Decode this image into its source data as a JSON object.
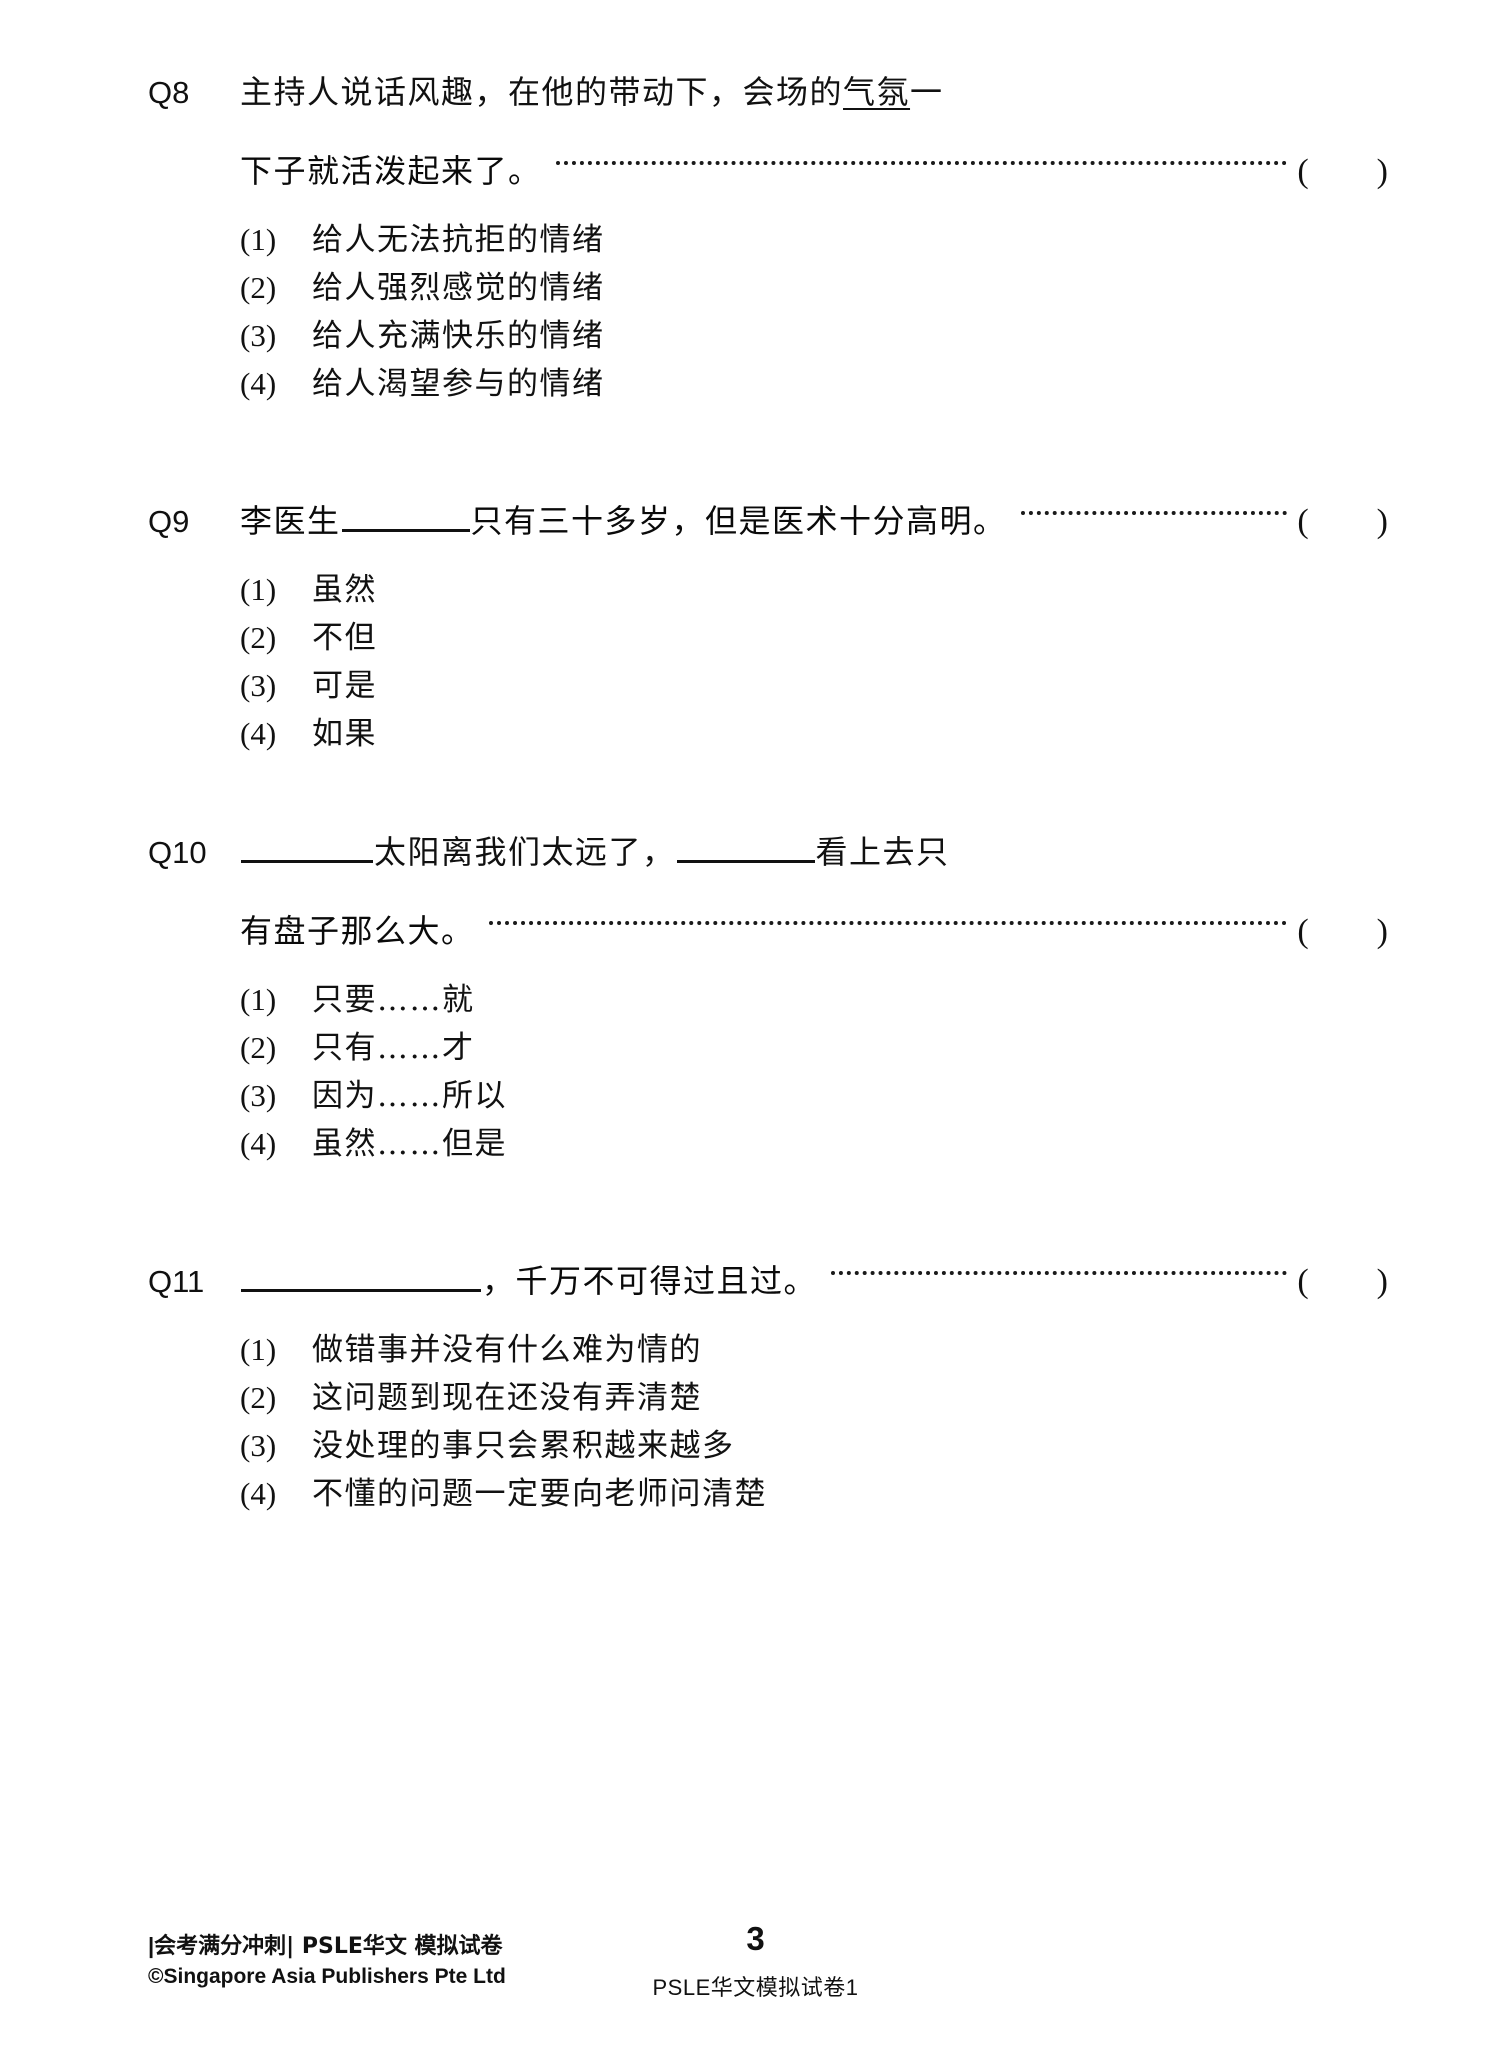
{
  "page": {
    "number": "3",
    "footer_title_prefix": "|",
    "footer_title": "会考满分冲刺| PSLE华文 模拟试卷",
    "footer_copyright": "©Singapore Asia Publishers Pte Ltd",
    "footer_center_note_latin": "PSLE",
    "footer_center_note_cjk": "华文模拟试卷",
    "footer_center_note_num": "1"
  },
  "questions": [
    {
      "id": "q8",
      "number": "Q8",
      "stem_line1": "主持人说话风趣，在他的带动下，会场的",
      "stem_underlined": "气氛",
      "stem_line1_tail": "一",
      "stem_line2": "下子就活泼起来了。",
      "bracket_open": "(",
      "bracket_close": ")",
      "options": [
        {
          "num": "(1)",
          "text": "给人无法抗拒的情绪"
        },
        {
          "num": "(2)",
          "text": "给人强烈感觉的情绪"
        },
        {
          "num": "(3)",
          "text": "给人充满快乐的情绪"
        },
        {
          "num": "(4)",
          "text": "给人渴望参与的情绪"
        }
      ]
    },
    {
      "id": "q9",
      "number": "Q9",
      "stem_before_blank": "李医生",
      "stem_after_blank": "只有三十多岁，但是医术十分高明。",
      "bracket_open": "(",
      "bracket_close": ")",
      "options": [
        {
          "num": "(1)",
          "text": "虽然"
        },
        {
          "num": "(2)",
          "text": "不但"
        },
        {
          "num": "(3)",
          "text": "可是"
        },
        {
          "num": "(4)",
          "text": "如果"
        }
      ]
    },
    {
      "id": "q10",
      "number": "Q10",
      "stem_seg1": "太阳离我们太远了，",
      "stem_seg2": "看上去只",
      "stem_line2": "有盘子那么大。",
      "bracket_open": "(",
      "bracket_close": ")",
      "options": [
        {
          "num": "(1)",
          "text": "只要……就"
        },
        {
          "num": "(2)",
          "text": "只有……才"
        },
        {
          "num": "(3)",
          "text": "因为……所以"
        },
        {
          "num": "(4)",
          "text": "虽然……但是"
        }
      ]
    },
    {
      "id": "q11",
      "number": "Q11",
      "stem_after_blank": "，千万不可得过且过。",
      "bracket_open": "(",
      "bracket_close": ")",
      "options": [
        {
          "num": "(1)",
          "text": "做错事并没有什么难为情的"
        },
        {
          "num": "(2)",
          "text": "这问题到现在还没有弄清楚"
        },
        {
          "num": "(3)",
          "text": "没处理的事只会累积越来越多"
        },
        {
          "num": "(4)",
          "text": "不懂的问题一定要向老师问清楚"
        }
      ]
    }
  ]
}
